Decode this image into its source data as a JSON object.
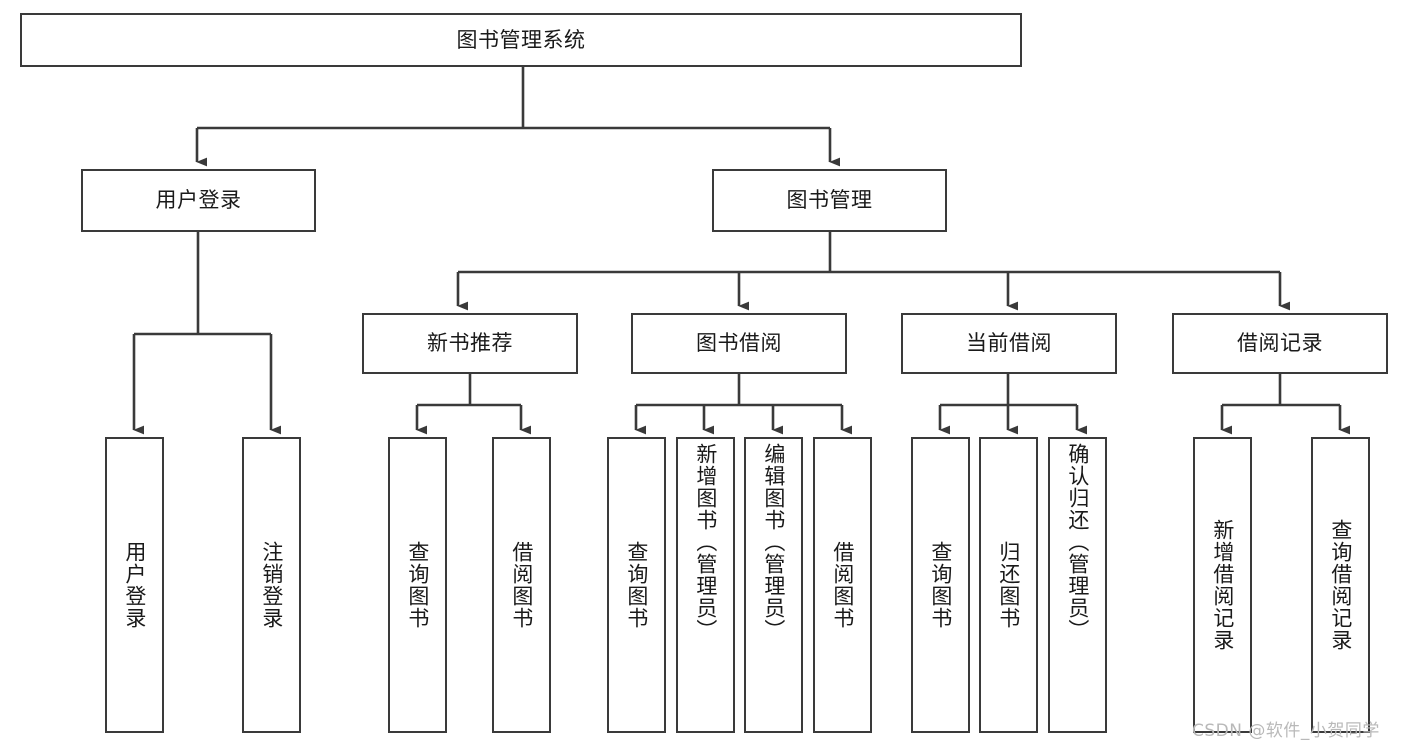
{
  "diagram": {
    "title_node": {
      "label": "图书管理系统"
    },
    "level2": [
      {
        "id": "user-login",
        "label": "用户登录"
      },
      {
        "id": "book-manage",
        "label": "图书管理"
      }
    ],
    "level3": [
      {
        "id": "new-book-recommend",
        "label": "新书推荐"
      },
      {
        "id": "book-borrow",
        "label": "图书借阅"
      },
      {
        "id": "current-borrow",
        "label": "当前借阅"
      },
      {
        "id": "borrow-record",
        "label": "借阅记录"
      }
    ],
    "leaves": {
      "user_login": [
        {
          "id": "leaf-user-login",
          "label": "用户登录"
        },
        {
          "id": "leaf-logout-login",
          "label": "注销登录"
        }
      ],
      "new_book_recommend": [
        {
          "id": "leaf-query-book-1",
          "label": "查询图书"
        },
        {
          "id": "leaf-borrow-book-1",
          "label": "借阅图书"
        }
      ],
      "book_borrow": [
        {
          "id": "leaf-query-book-2",
          "label": "查询图书"
        },
        {
          "id": "leaf-add-book",
          "label": "新增图书（管理员）"
        },
        {
          "id": "leaf-edit-book",
          "label": "编辑图书（管理员）"
        },
        {
          "id": "leaf-borrow-book-2",
          "label": "借阅图书"
        }
      ],
      "current_borrow": [
        {
          "id": "leaf-query-book-3",
          "label": "查询图书"
        },
        {
          "id": "leaf-return-book",
          "label": "归还图书"
        },
        {
          "id": "leaf-confirm-return",
          "label": "确认归还（管理员）"
        }
      ],
      "borrow_record": [
        {
          "id": "leaf-add-record",
          "label": "新增借阅记录"
        },
        {
          "id": "leaf-query-record",
          "label": "查询借阅记录"
        }
      ]
    }
  },
  "watermark": {
    "text": "CSDN @软件_小贺同学"
  },
  "colors": {
    "stroke": "#3a3a3a",
    "text": "#1a1a1a",
    "background": "#ffffff",
    "watermark": "#b9b9b9"
  }
}
